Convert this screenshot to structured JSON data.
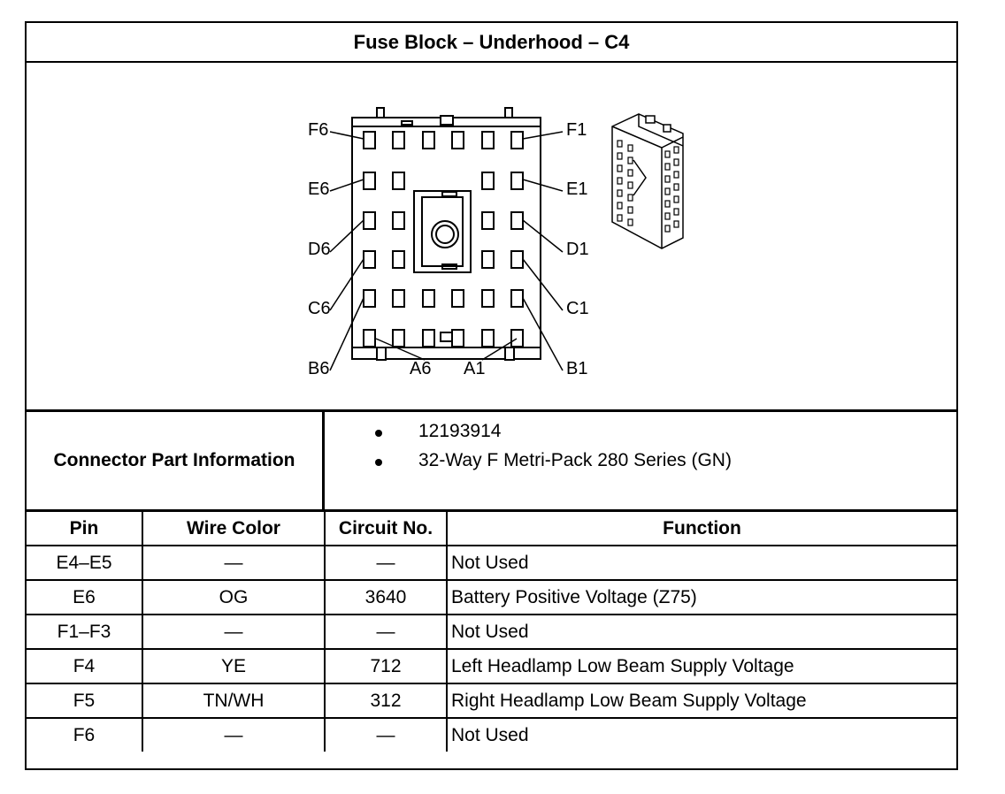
{
  "title": "Fuse Block – Underhood – C4",
  "diagram": {
    "pin_labels": {
      "F6": "F6",
      "F1": "F1",
      "E6": "E6",
      "E1": "E1",
      "D6": "D6",
      "D1": "D1",
      "C6": "C6",
      "C1": "C1",
      "B6": "B6",
      "A6": "A6",
      "A1": "A1",
      "B1": "B1"
    }
  },
  "connector_info": {
    "label": "Connector Part Information",
    "items": [
      "12193914",
      "32-Way F Metri-Pack 280 Series (GN)"
    ]
  },
  "table": {
    "headers": [
      "Pin",
      "Wire Color",
      "Circuit No.",
      "Function"
    ],
    "rows": [
      [
        "E4–E5",
        "—",
        "—",
        "Not Used"
      ],
      [
        "E6",
        "OG",
        "3640",
        "Battery Positive Voltage (Z75)"
      ],
      [
        "F1–F3",
        "—",
        "—",
        "Not Used"
      ],
      [
        "F4",
        "YE",
        "712",
        "Left Headlamp Low Beam Supply Voltage"
      ],
      [
        "F5",
        "TN/WH",
        "312",
        "Right Headlamp Low Beam Supply Voltage"
      ],
      [
        "F6",
        "—",
        "—",
        "Not Used"
      ]
    ]
  }
}
